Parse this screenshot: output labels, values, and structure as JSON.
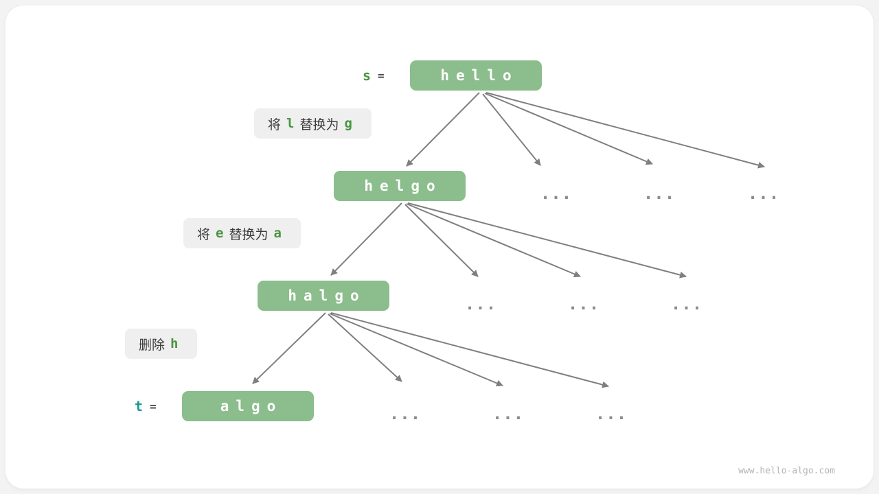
{
  "colors": {
    "node_fill": "#8cbd8c",
    "node_text": "#ffffff",
    "label_bg": "#efefef",
    "label_text": "#3c3c3c",
    "highlight_green": "#47953f",
    "var_s_color": "#47953f",
    "var_t_color": "#1d9a8f",
    "arrow": "#7f7f7f",
    "ellipsis_color": "#8c8c8c"
  },
  "nodes": {
    "s": {
      "var": "s",
      "eq": "=",
      "chars": [
        "h",
        "e",
        "l",
        "l",
        "o"
      ]
    },
    "helgo": {
      "chars": [
        "h",
        "e",
        "l",
        "g",
        "o"
      ]
    },
    "halgo": {
      "chars": [
        "h",
        "a",
        "l",
        "g",
        "o"
      ]
    },
    "t": {
      "var": "t",
      "eq": "=",
      "chars": [
        "a",
        "l",
        "g",
        "o"
      ]
    }
  },
  "edge_labels": [
    {
      "prefix": "将",
      "char1": "l",
      "middle": "替换为",
      "char2": "g"
    },
    {
      "prefix": "将",
      "char1": "e",
      "middle": "替换为",
      "char2": "a"
    },
    {
      "prefix": "删除",
      "char1": "h"
    }
  ],
  "ellipsis": "...",
  "watermark": "www.hello-algo.com"
}
